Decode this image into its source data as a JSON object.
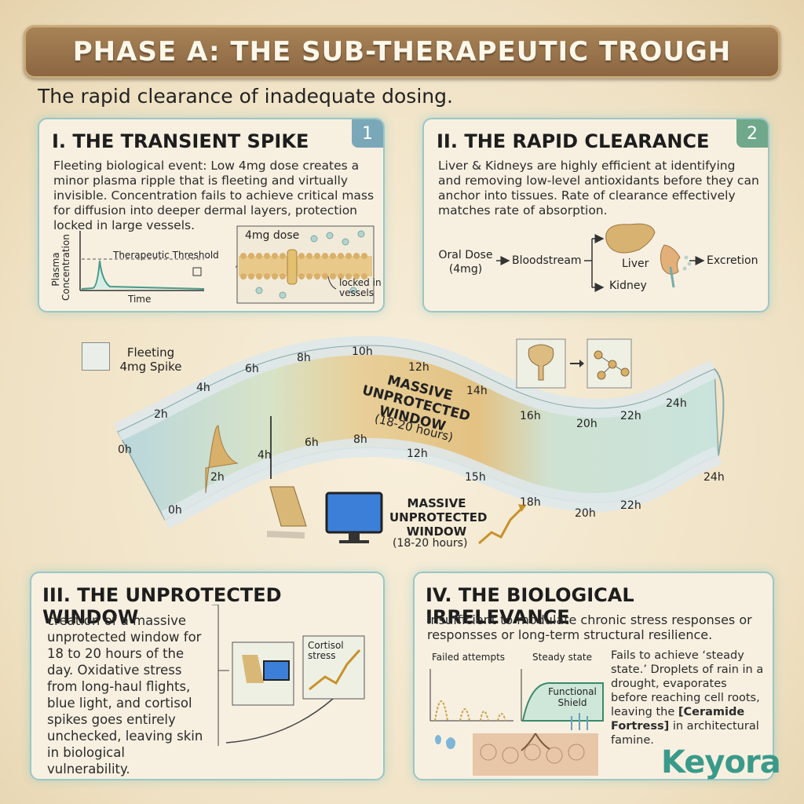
{
  "banner": {
    "title": "PHASE A: THE SUB-THERAPEUTIC TROUGH"
  },
  "subtitle": "The rapid clearance of inadequate dosing.",
  "panel1": {
    "title": "I. THE TRANSIENT SPIKE",
    "number": "1",
    "text": "Fleeting biological event: Low 4mg dose creates a minor plasma ripple that is fleeting and virtually invisible. Concentration fails to achieve critical mass for diffusion into deeper dermal layers, protection locked in large vessels.",
    "graph": {
      "ylabel": "Plasma Concentration",
      "xlabel": "Time",
      "threshold": "Therapeutic Threshold"
    },
    "zoom": {
      "dose": "4mg dose",
      "locked": "locked in vessels"
    }
  },
  "panel2": {
    "title": "II. THE RAPID CLEARANCE",
    "number": "2",
    "text": "Liver & Kidneys are highly efficient at identifying and removing low-level antioxidants before they can anchor into tissues. Rate of clearance effectively matches rate of absorption.",
    "flow": {
      "oral_dose": "Oral Dose (4mg)",
      "bloodstream": "Bloodstream",
      "liver": "Liver",
      "kidney": "Kidney",
      "excretion": "Excretion"
    }
  },
  "timeline": {
    "top_ticks": [
      "0h",
      "2h",
      "4h",
      "6h",
      "8h",
      "10h",
      "12h",
      "14h",
      "16h",
      "20h",
      "22h",
      "24h"
    ],
    "bottom_ticks": [
      "0h",
      "2h",
      "4h",
      "6h",
      "8h",
      "12h",
      "15h",
      "18h",
      "20h",
      "22h",
      "24h"
    ],
    "spike_label": "Fleeting 4mg Spike",
    "window_label_1": "MASSIVE UNPROTECTED WINDOW",
    "window_hours_1": "(18-20 hours)",
    "window_label_2": "MASSIVE UNPROTECTED WINDOW",
    "window_hours_2": "(18-20 hours)"
  },
  "panel3": {
    "title": "III. THE UNPROTECTED WINDOW",
    "text": "creation of a massive unprotected window for 18 to 20 hours of the day. Oxidative stress from long-haul flights, blue light, and cortisol spikes goes entirely unchecked, leaving skin in biological vulnerability.",
    "cortisol": "Cortisol stress"
  },
  "panel4": {
    "title": "IV. THE BIOLOGICAL IRRELEVANCE",
    "text": "insufficient to modulate chronic stress responses or responsses or long-term structural resilience.",
    "failed": "Failed attempts",
    "steady": "Steady state",
    "shield": "Functional Shield",
    "side_text_1": "Fails to achieve ‘steady state.’ Droplets of rain in a drought, evaporates before reaching cell roots, leaving the ",
    "side_bold": "[Ceramide Fortress]",
    "side_text_2": " in architectural famine."
  },
  "logo": "Keyora",
  "colors": {
    "banner": "#9a7650",
    "teal": "#6aa3a3",
    "gold": "#d9b877",
    "accent": "#3a9a8a"
  }
}
